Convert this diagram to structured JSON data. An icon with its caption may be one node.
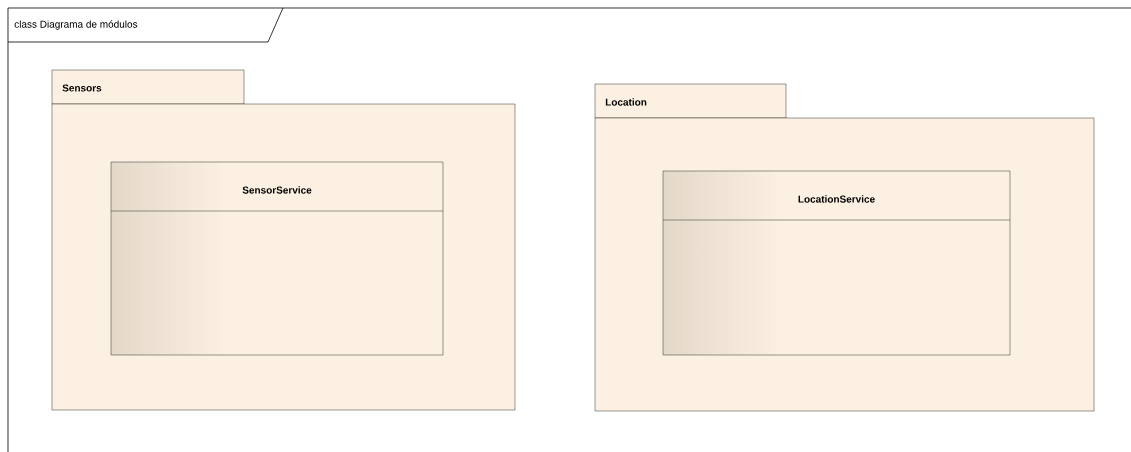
{
  "diagram": {
    "nodes": [
      {
        "text": [
          "class Diagrama de módulos"
        ]
      },
      {
        "text": [
          "Sensors"
        ],
        "in": 0
      },
      {
        "text": [
          "SensorService"
        ],
        "in": 1
      },
      {
        "text": [
          "Location"
        ],
        "in": 0
      },
      {
        "text": [
          "LocationService"
        ],
        "in": 3
      }
    ]
  }
}
